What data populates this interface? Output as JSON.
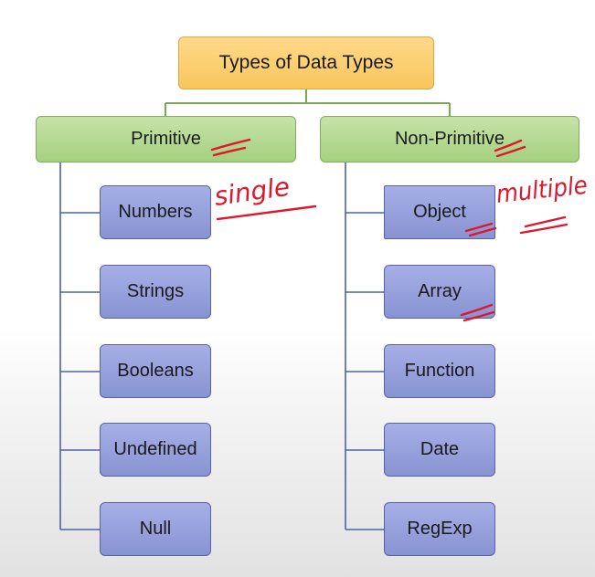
{
  "diagram": {
    "root": "Types of Data Types",
    "categories": [
      {
        "label": "Primitive",
        "items": [
          "Numbers",
          "Strings",
          "Booleans",
          "Undefined",
          "Null"
        ]
      },
      {
        "label": "Non-Primitive",
        "items": [
          "Object",
          "Array",
          "Function",
          "Date",
          "RegExp"
        ]
      }
    ],
    "colors": {
      "root_fill": "#f8c65c",
      "category_fill": "#a5d080",
      "item_fill": "#8893d2",
      "connector_green": "#7aa657",
      "connector_blue": "#4a63a8",
      "ink": "#e0162b"
    }
  },
  "annotations": {
    "numbers_note": "single",
    "object_note": "multiple"
  }
}
